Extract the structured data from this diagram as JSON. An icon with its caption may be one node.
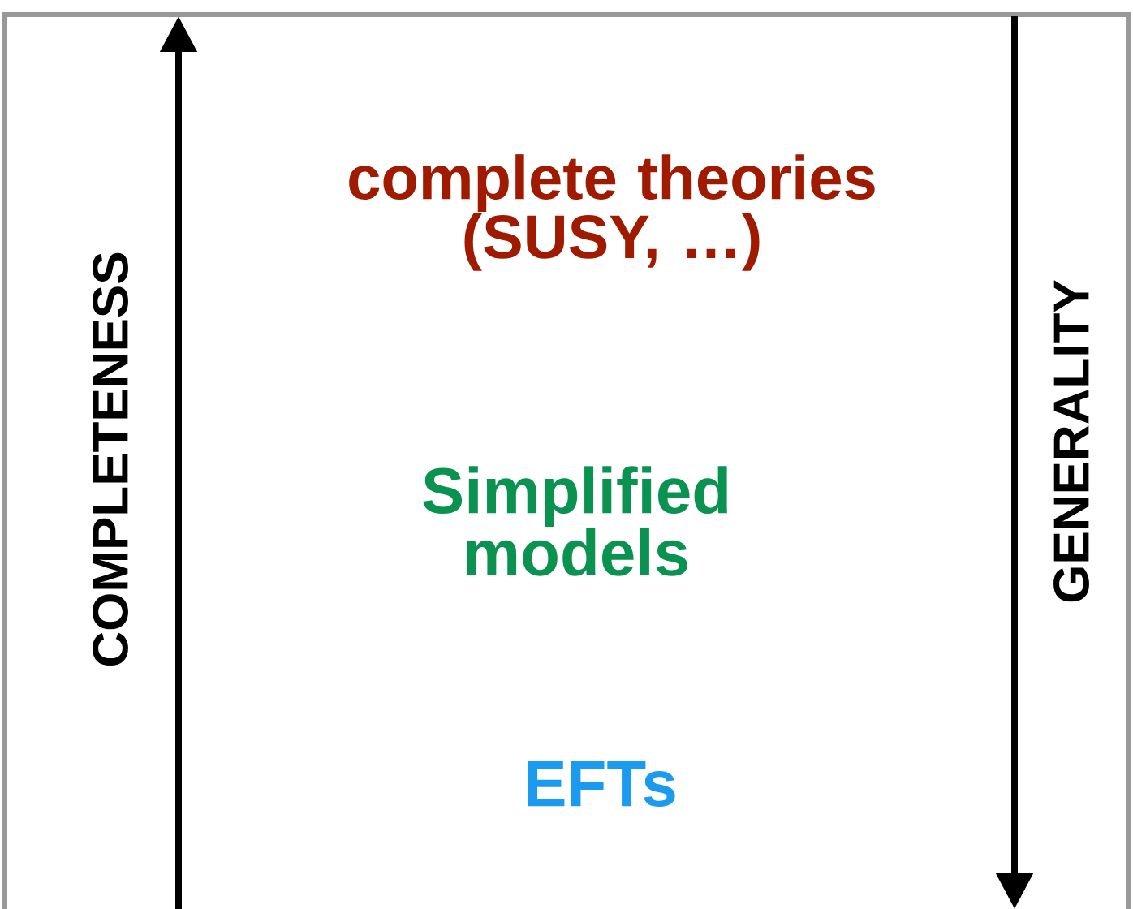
{
  "diagram": {
    "labels": [
      "complete theories (SUSY, …)",
      "Simplified models",
      "EFTs",
      "COMPLETENESS",
      "GENERALITY"
    ]
  }
}
